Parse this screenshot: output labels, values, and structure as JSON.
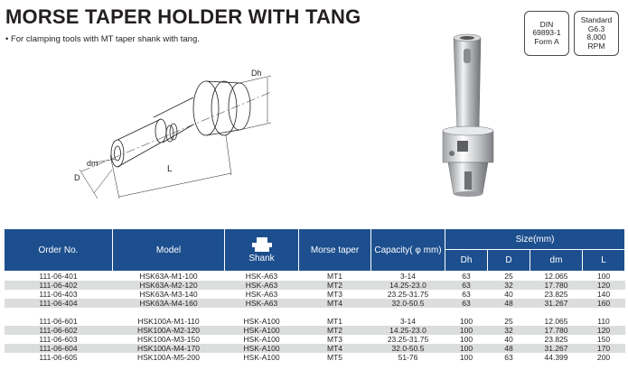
{
  "title": "MORSE TAPER HOLDER WITH TANG",
  "subtitle": "•  For clamping tools with MT taper shank with tang.",
  "badges": {
    "din": [
      "DIN",
      "69893-1",
      "Form A"
    ],
    "standard": [
      "Standard",
      "G6.3",
      "8,000",
      "RPM"
    ]
  },
  "drawing": {
    "labels": {
      "dh": "Dh",
      "dm": "dm",
      "d": "D",
      "l": "L"
    }
  },
  "table": {
    "headers": {
      "order_no": "Order No.",
      "model": "Model",
      "shank": "Shank",
      "morse_taper": "Morse taper",
      "capacity": "Capacity( φ mm)",
      "size": "Size(mm)",
      "dh": "Dh",
      "d": "D",
      "dm": "dm",
      "l": "L"
    },
    "group1": [
      [
        "111-06-401",
        "HSK63A-M1-100",
        "HSK-A63",
        "MT1",
        "3-14",
        "63",
        "25",
        "12.065",
        "100"
      ],
      [
        "111-06-402",
        "HSK63A-M2-120",
        "HSK-A63",
        "MT2",
        "14.25-23.0",
        "63",
        "32",
        "17.780",
        "120"
      ],
      [
        "111-06-403",
        "HSK63A-M3-140",
        "HSK-A63",
        "MT3",
        "23.25-31.75",
        "63",
        "40",
        "23.825",
        "140"
      ],
      [
        "111-06-404",
        "HSK63A-M4-160",
        "HSK-A63",
        "MT4",
        "32.0-50.5",
        "63",
        "48",
        "31.267",
        "160"
      ]
    ],
    "group2": [
      [
        "111-06-601",
        "HSK100A-M1-110",
        "HSK-A100",
        "MT1",
        "3-14",
        "100",
        "25",
        "12.065",
        "110"
      ],
      [
        "111-06-602",
        "HSK100A-M2-120",
        "HSK-A100",
        "MT2",
        "14.25-23.0",
        "100",
        "32",
        "17.780",
        "120"
      ],
      [
        "111-06-603",
        "HSK100A-M3-150",
        "HSK-A100",
        "MT3",
        "23.25-31.75",
        "100",
        "40",
        "23.825",
        "150"
      ],
      [
        "111-06-604",
        "HSK100A-M4-170",
        "HSK-A100",
        "MT4",
        "32.0-50.5",
        "100",
        "48",
        "31.267",
        "170"
      ],
      [
        "111-06-605",
        "HSK100A-M5-200",
        "HSK-A100",
        "MT5",
        "51-76",
        "100",
        "63",
        "44.399",
        "200"
      ]
    ]
  }
}
